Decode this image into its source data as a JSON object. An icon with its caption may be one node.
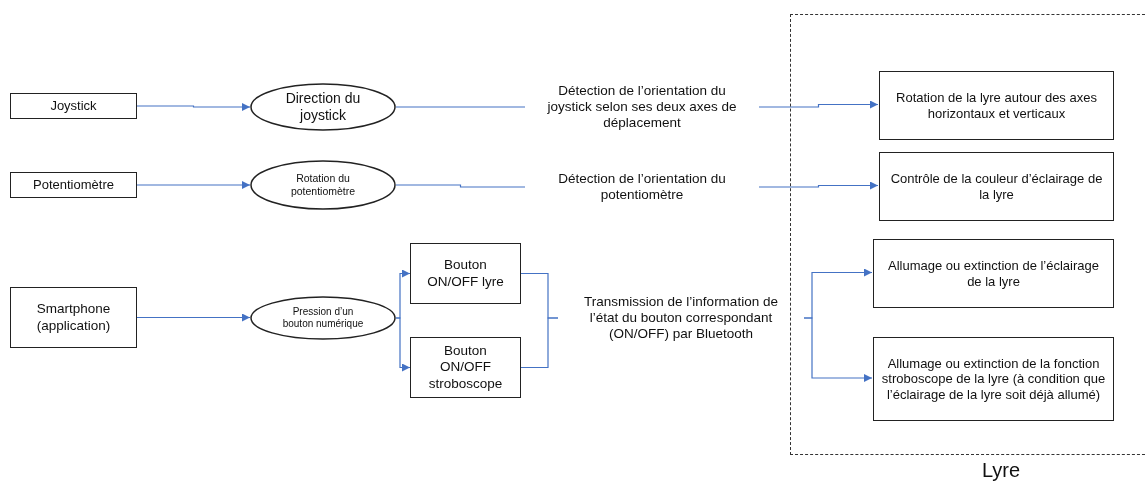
{
  "diagram": {
    "nodes": [
      {
        "text": [
          "Joystick"
        ]
      },
      {
        "text": [
          "Direction du joystick"
        ]
      },
      {
        "text": [
          "Détection de l’orientation du joystick selon ses deux axes de déplacement"
        ]
      },
      {
        "text": [
          "Potentiomètre"
        ]
      },
      {
        "text": [
          "Rotation du potentiomètre"
        ]
      },
      {
        "text": [
          "Détection de l’orientation du potentiomètre"
        ]
      },
      {
        "text": [
          "Smartphone (application)"
        ]
      },
      {
        "text": [
          "Pression d’un bouton numérique"
        ]
      },
      {
        "text": [
          "Bouton ON/OFF lyre"
        ]
      },
      {
        "text": [
          "Bouton ON/OFF stroboscope"
        ]
      },
      {
        "text": [
          "Transmission de l’information de l’état du bouton correspondant (ON/OFF) par Bluetooth"
        ]
      },
      {
        "text": [
          "Lyre"
        ]
      },
      {
        "text": [
          "Rotation de la lyre autour des axes horizontaux et verticaux"
        ],
        "in": 11
      },
      {
        "text": [
          "Contrôle de la couleur d’éclairage de la lyre"
        ],
        "in": 11
      },
      {
        "text": [
          "Allumage ou extinction de l’éclairage de la lyre"
        ],
        "in": 11
      },
      {
        "text": [
          "Allumage ou extinction de la fonction stroboscope de la lyre (à condition que l’éclairage de la lyre soit déjà allumé)"
        ],
        "in": 11
      }
    ],
    "edges": [
      {
        "from": 0,
        "to": 1,
        "arrow": "to"
      },
      {
        "from": 1,
        "to": 2,
        "arrow": "none"
      },
      {
        "from": 2,
        "to": 12,
        "arrow": "to"
      },
      {
        "from": 3,
        "to": 4,
        "arrow": "to"
      },
      {
        "from": 4,
        "to": 5,
        "arrow": "none"
      },
      {
        "from": 5,
        "to": 13,
        "arrow": "to"
      },
      {
        "from": 6,
        "to": 7,
        "arrow": "to"
      },
      {
        "from": 7,
        "to": 8,
        "arrow": "to"
      },
      {
        "from": 7,
        "to": 9,
        "arrow": "to"
      },
      {
        "from": 8,
        "to": 10,
        "arrow": "none"
      },
      {
        "from": 9,
        "to": 10,
        "arrow": "none"
      },
      {
        "from": 10,
        "to": 14,
        "arrow": "to"
      },
      {
        "from": 10,
        "to": 15,
        "arrow": "to"
      }
    ]
  }
}
